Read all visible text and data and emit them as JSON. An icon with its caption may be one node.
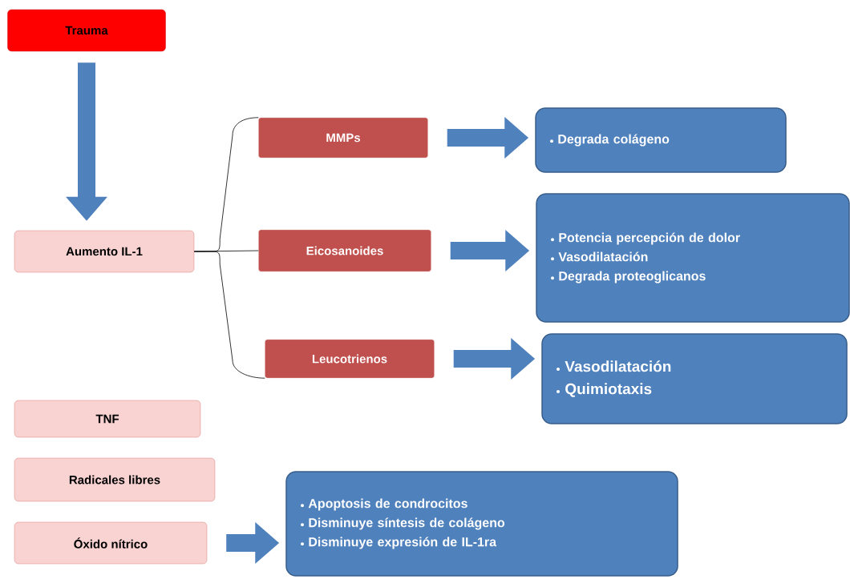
{
  "diagram": {
    "nodes": [
      {
        "text": [
          "Trauma"
        ]
      },
      {
        "text": [
          "Aumento IL-1"
        ]
      },
      {
        "text": [
          "MMPs"
        ]
      },
      {
        "text": [
          "Eicosanoides"
        ]
      },
      {
        "text": [
          "Leucotrienos"
        ]
      },
      {
        "text": [
          "Degrada colágeno"
        ]
      },
      {
        "text": [
          "Potencia percepción de dolor",
          "Vasodilatación",
          "Degrada proteoglicanos"
        ]
      },
      {
        "text": [
          "Vasodilatación",
          "Quimiotaxis"
        ]
      },
      {
        "text": [
          "TNF"
        ]
      },
      {
        "text": [
          "Radicales libres"
        ]
      },
      {
        "text": [
          "Óxido nítrico"
        ]
      },
      {
        "text": [
          "Apoptosis de condrocitos",
          "Disminuye síntesis de colágeno",
          "Disminuye expresión de IL-1ra"
        ]
      }
    ],
    "edges": [
      {
        "from": 0,
        "to": 1,
        "arrow": "to"
      },
      {
        "from": 1,
        "to": 2,
        "arrow": "none",
        "color": "#000000"
      },
      {
        "from": 1,
        "to": 3,
        "arrow": "none",
        "color": "#000000"
      },
      {
        "from": 1,
        "to": 4,
        "arrow": "none",
        "color": "#000000"
      },
      {
        "from": 2,
        "to": 5,
        "arrow": "to"
      },
      {
        "from": 3,
        "to": 6,
        "arrow": "to"
      },
      {
        "from": 4,
        "to": 7,
        "arrow": "to"
      },
      {
        "from": 10,
        "to": 11,
        "arrow": "to"
      }
    ]
  }
}
